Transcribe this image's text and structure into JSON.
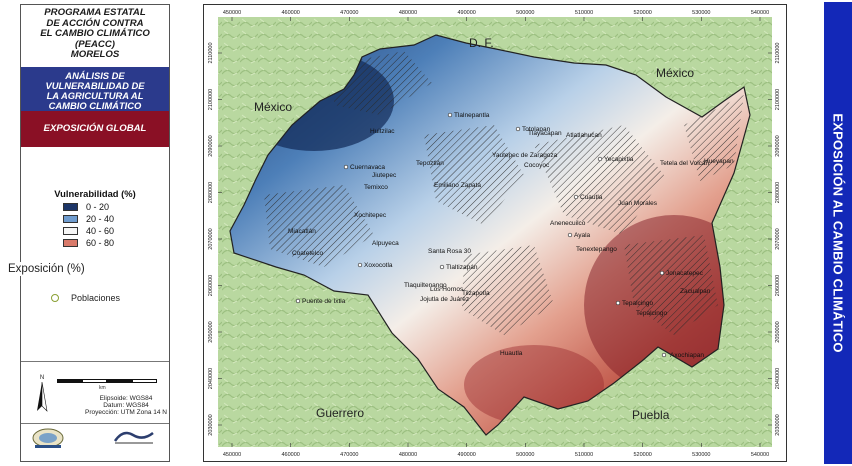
{
  "legend_panel": {
    "program_title_lines": [
      "PROGRAMA ESTATAL",
      "DE ACCIÓN CONTRA",
      "EL CAMBIO CLIMÁTICO",
      "(PEACC)",
      "MORELOS"
    ],
    "analysis_title_lines": [
      "ANÁLISIS DE",
      "VULNERABILIDAD DE",
      "LA AGRICULTURA AL",
      "CAMBIO CLIMÁTICO"
    ],
    "section_title": "EXPOSICIÓN GLOBAL",
    "vulnerability_title": "Vulnerabilidad (%)",
    "vulnerability_classes": [
      {
        "label": "0 - 20",
        "color": "#1c3567"
      },
      {
        "label": "20 - 40",
        "color": "#6f9ccf"
      },
      {
        "label": "40 - 60",
        "color": "#f6f6f6"
      },
      {
        "label": "60 - 80",
        "color": "#d97a6a"
      }
    ],
    "populations_label": "Poblaciones",
    "scale_unit": "km",
    "projection_lines": [
      "Elipsoide: WGS84",
      "Datum: WGS84",
      "Proyección: UTM Zona 14 N"
    ]
  },
  "exposure_label": "Exposición (%)",
  "banner_title": "EXPOSICIÓN AL CAMBIO CLIMÁTICO",
  "map": {
    "x_ticks": [
      "450000",
      "460000",
      "470000",
      "480000",
      "490000",
      "500000",
      "510000",
      "520000",
      "530000",
      "540000"
    ],
    "y_ticks": [
      "2110000",
      "2100000",
      "2090000",
      "2080000",
      "2070000",
      "2060000",
      "2050000",
      "2040000",
      "2030000"
    ],
    "regions": [
      "D. F.",
      "México",
      "México",
      "Guerrero",
      "Puebla"
    ],
    "places": [
      "Tlalnepantla",
      "Totolapan",
      "Atlatlahucan",
      "Huitzilac",
      "Tepoztlán",
      "Tlayacapan",
      "Yecapixtla",
      "Tetela del Volcán",
      "Hueyapan",
      "Cuernavaca",
      "Jiutepec",
      "Emiliano Zapata",
      "Yautepec de Zaragoza",
      "Cocoyoc",
      "Cuautla",
      "Juan Morales",
      "Temixco",
      "Miacatlán",
      "Xochitepec",
      "Alpuyeca",
      "Santa Rosa 30",
      "Coatetelco",
      "Ayala",
      "Tenextepango",
      "Xoxocotla",
      "Tlaltizapán",
      "Anenecuilco",
      "Tepalcingo",
      "Jonacatepec",
      "Zacualpan",
      "Tlaquiltenango",
      "Jojutla de Juárez",
      "Tilzapotla",
      "Puente de Ixtla",
      "Axochiapan",
      "Tepalcingo",
      "Huautla",
      "Los Hornos"
    ]
  },
  "colors": {
    "legend_blue": "#2b3a8c",
    "legend_maroon": "#8a1025",
    "banner_blue": "#1328b8",
    "terrain_green": "#b9d8a0"
  }
}
